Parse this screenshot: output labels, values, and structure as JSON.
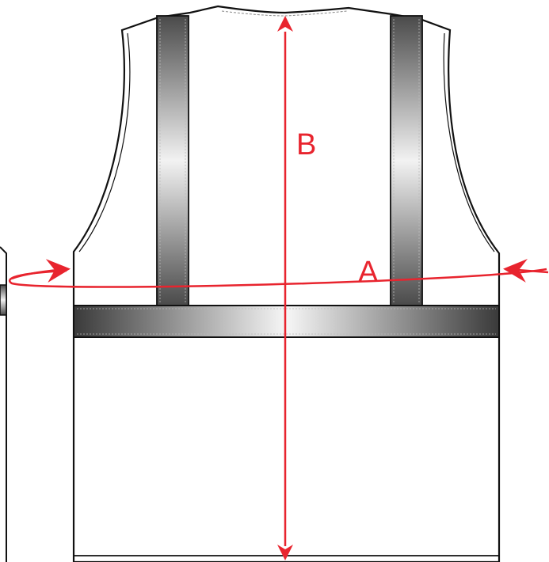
{
  "diagram": {
    "measurements": [
      {
        "id": "A",
        "label": "A"
      },
      {
        "id": "B",
        "label": "B"
      }
    ],
    "colors": {
      "outline": "#111111",
      "measure": "#e8242e",
      "reflective_dark": "#3c3c3c",
      "reflective_light": "#f4f4f4",
      "background": "#ffffff"
    }
  }
}
